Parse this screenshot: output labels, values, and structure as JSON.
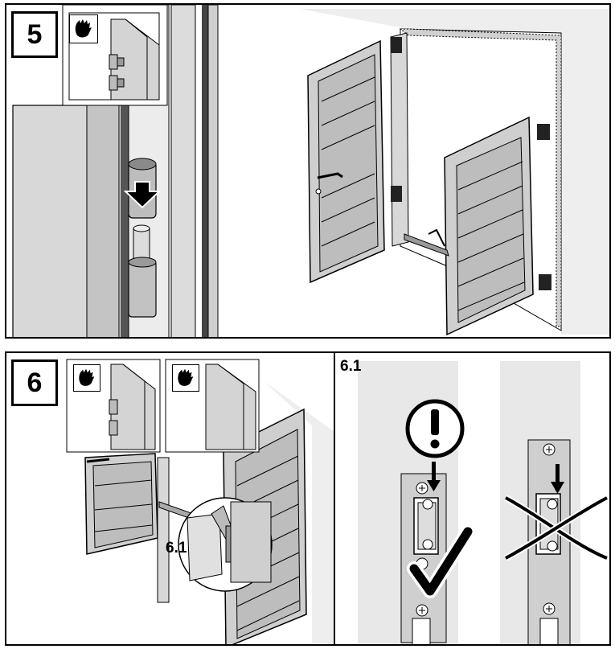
{
  "steps": [
    {
      "number": "5",
      "inset_icon": "hand-icon"
    },
    {
      "number": "6",
      "inset_icons": [
        "hand-icon",
        "hand-icon"
      ],
      "detail_label": "6.1"
    }
  ],
  "detail_panel": {
    "label": "6.1",
    "warning_icon": "exclamation-circle-icon",
    "correct_icon": "check-mark-icon",
    "wrong_icon": "cross-mark-icon"
  },
  "colors": {
    "line": "#000000",
    "frame": "#c9c9c9",
    "wall": "#eeeeee",
    "panel": "#bdbdbd"
  }
}
